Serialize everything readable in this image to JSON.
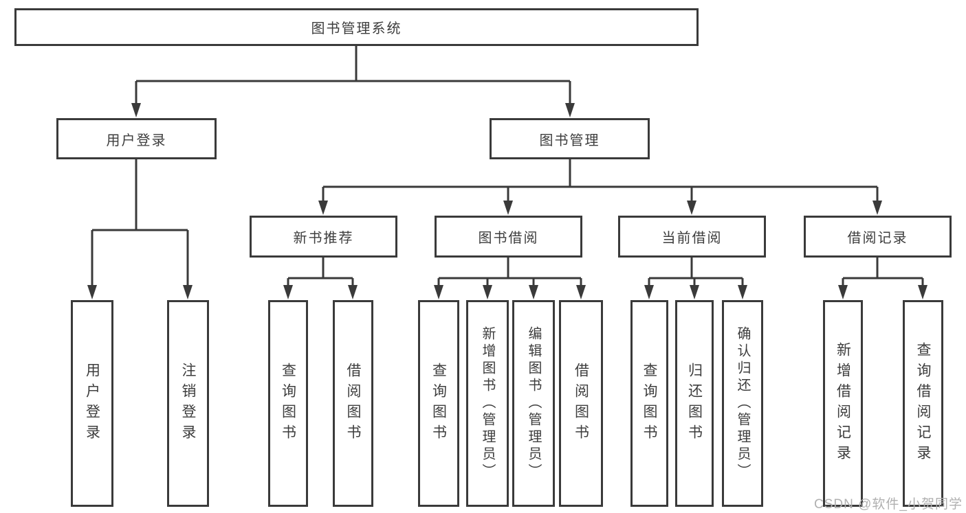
{
  "colors": {
    "line": "#3a3a3a",
    "box_border": "#3a3a3a",
    "box_fill": "#ffffff",
    "text": "#3d3d3d",
    "watermark": "#b0b0b0",
    "background": "#ffffff"
  },
  "watermark": {
    "text": "CSDN @软件_小贺同学"
  },
  "tree": {
    "label": "图书管理系统",
    "children": [
      {
        "label": "用户登录",
        "children": [
          {
            "label": "用户登录"
          },
          {
            "label": "注销登录"
          }
        ]
      },
      {
        "label": "图书管理",
        "children": [
          {
            "label": "新书推荐",
            "children": [
              {
                "label": "查询图书"
              },
              {
                "label": "借阅图书"
              }
            ]
          },
          {
            "label": "图书借阅",
            "children": [
              {
                "label": "查询图书"
              },
              {
                "label": "新增图书（管理员）"
              },
              {
                "label": "编辑图书（管理员）"
              },
              {
                "label": "借阅图书"
              }
            ]
          },
          {
            "label": "当前借阅",
            "children": [
              {
                "label": "查询图书"
              },
              {
                "label": "归还图书"
              },
              {
                "label": "确认归还（管理员）"
              }
            ]
          },
          {
            "label": "借阅记录",
            "children": [
              {
                "label": "新增借阅记录"
              },
              {
                "label": "查询借阅记录"
              }
            ]
          }
        ]
      }
    ]
  }
}
